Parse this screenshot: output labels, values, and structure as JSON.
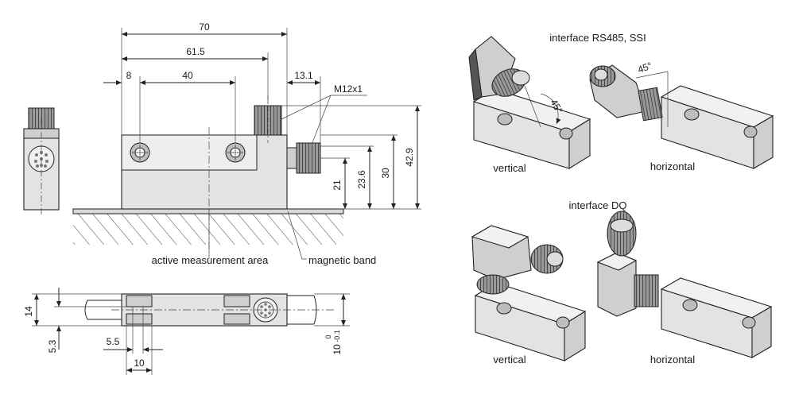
{
  "dimensions": {
    "d70": "70",
    "d61_5": "61.5",
    "d8": "8",
    "d40": "40",
    "d13_1": "13.1",
    "thread": "M12x1",
    "d42_9": "42.9",
    "d30": "30",
    "d23_6": "23.6",
    "d21": "21",
    "d14": "14",
    "d5_3": "5.3",
    "d5_5": "5.5",
    "d10": "10",
    "tol_main": "10",
    "tol_upper": "0",
    "tol_lower": "-0.1"
  },
  "labels": {
    "active_area": "active measurement area",
    "magnetic_band": "magnetic band",
    "interface_rs485": "interface RS485, SSI",
    "interface_dq": "interface DQ",
    "vertical_top": "vertical",
    "horizontal_top": "horizontal",
    "vertical_bottom": "vertical",
    "horizontal_bottom": "horizontal",
    "angle_a": "45°",
    "angle_b": "45°"
  }
}
